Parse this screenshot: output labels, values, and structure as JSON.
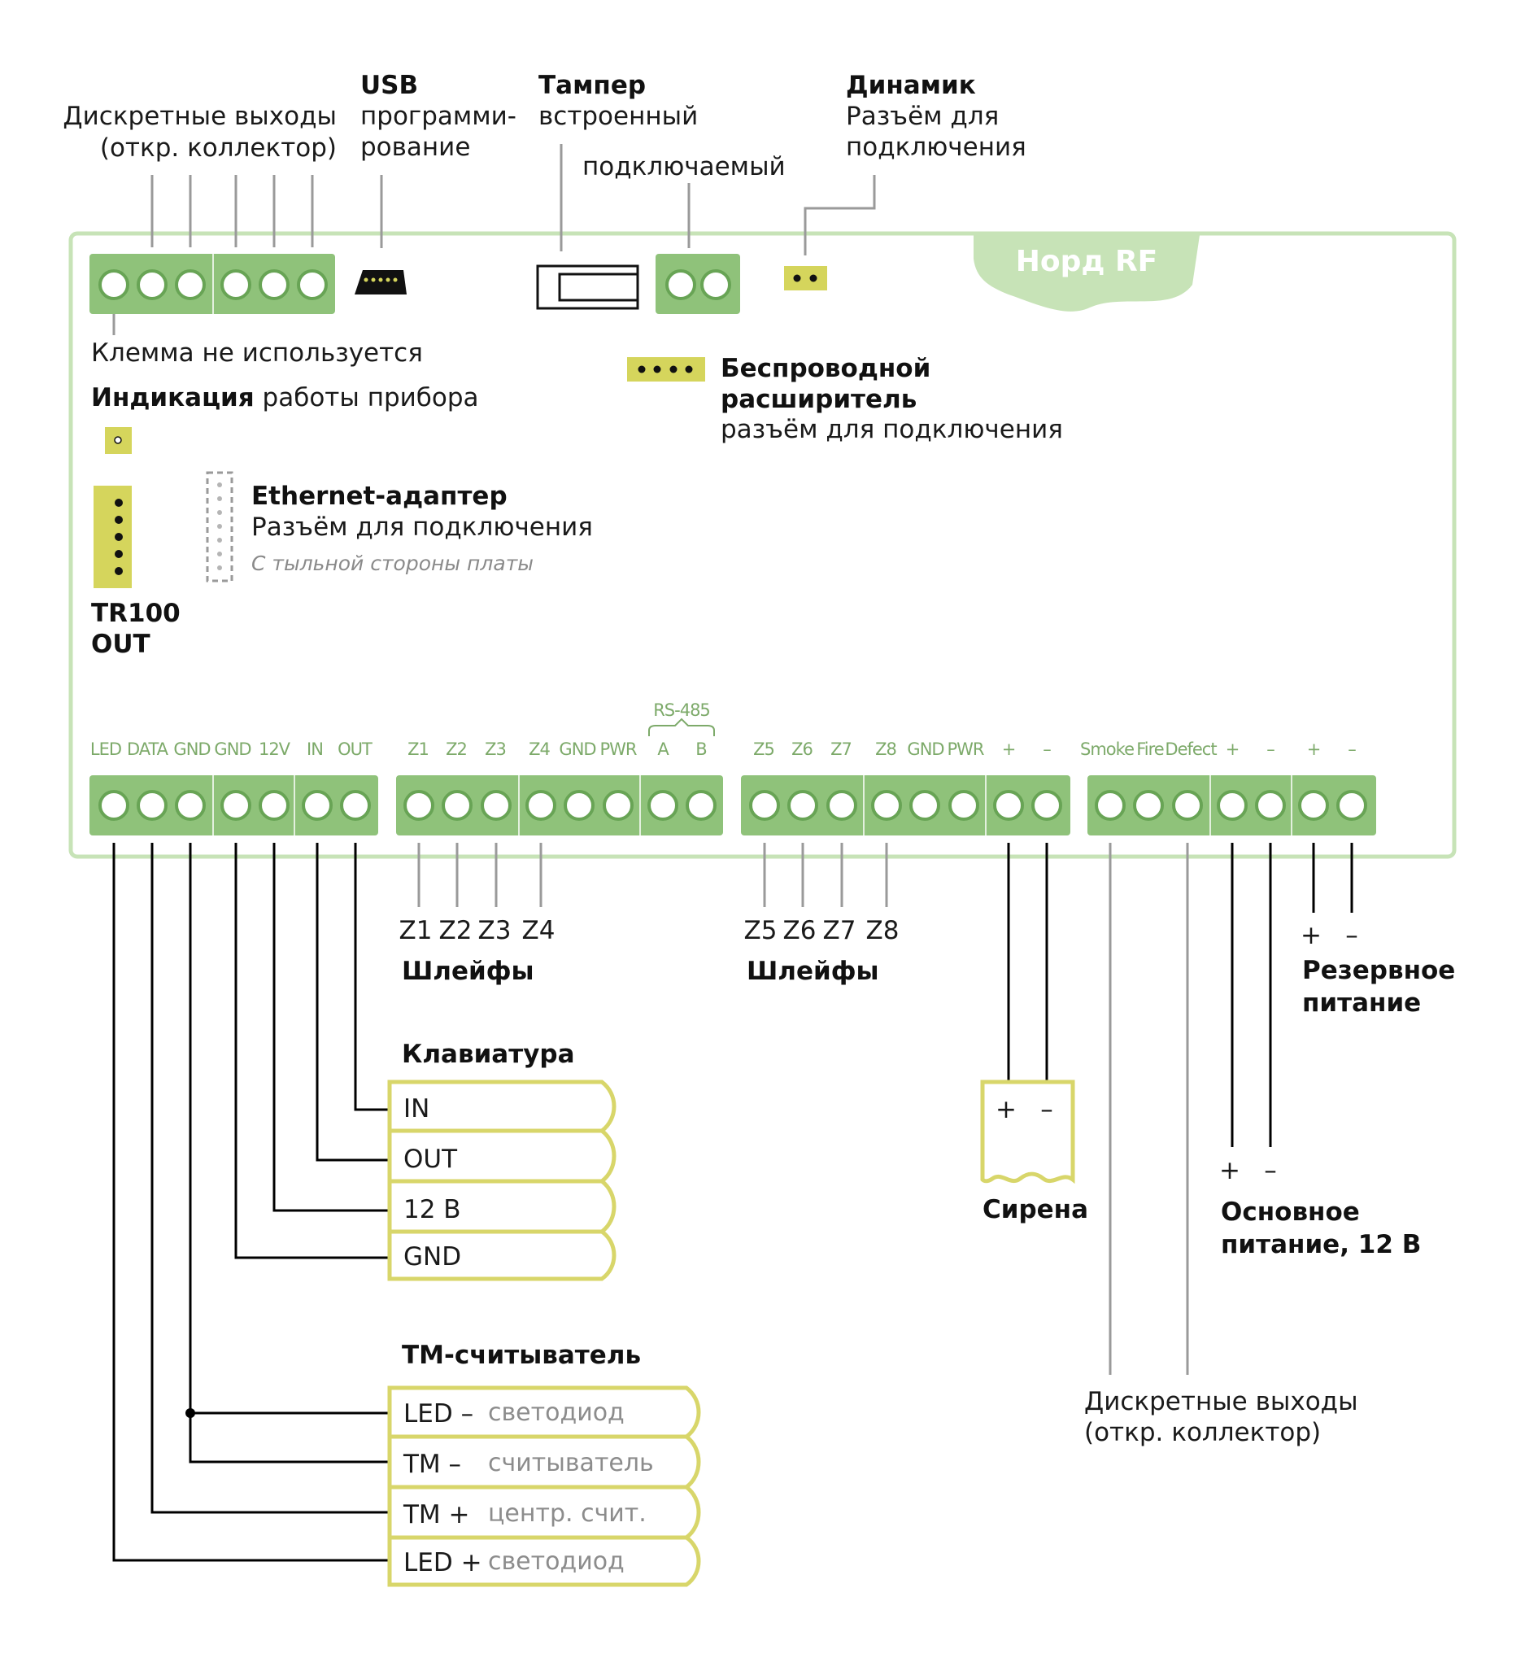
{
  "colors": {
    "board_outline": "#c7e3b7",
    "terminal_block": "#8fc27a",
    "connector_yellow": "#d5d55c",
    "cable_yellow": "#d8d66a",
    "leader_gray": "#9a9a9a",
    "wire_black": "#000000",
    "pin_label_green": "#7daa6a"
  },
  "brand": "Норд RF",
  "top": {
    "outputs": [
      "Дискретные выходы",
      "(откр. коллектор)"
    ],
    "usb": {
      "title": "USB",
      "lines": [
        "программи-",
        "рование"
      ]
    },
    "tamper": {
      "title": "Тампер",
      "builtin": "встроенный",
      "plug": "подключаемый"
    },
    "speaker": {
      "title": "Динамик",
      "lines": [
        "Разъём для",
        "подключения"
      ]
    },
    "unused_terminal": "Клемма не используется",
    "indication": {
      "bold": "Индикация",
      "rest": " работы прибора"
    },
    "wireless": {
      "line1": "Беспроводной",
      "line2": "расширитель",
      "line3": "разъём для подключения"
    },
    "ethernet": {
      "title": "Ethernet-адаптер",
      "line2": "Разъём для подключения",
      "line3": "С тыльной стороны платы"
    },
    "tr100": [
      "TR100",
      "OUT"
    ]
  },
  "pins": {
    "rs485": "RS-485",
    "block1": [
      "LED",
      "DATA",
      "GND",
      "GND",
      "12V",
      "IN",
      "OUT"
    ],
    "block2": [
      "Z1",
      "Z2",
      "Z3",
      "Z4",
      "GND",
      "PWR",
      "A",
      "B"
    ],
    "block3": [
      "Z5",
      "Z6",
      "Z7",
      "Z8",
      "GND",
      "PWR",
      "+",
      "–"
    ],
    "block4": [
      "Smoke",
      "Fire",
      "Defect",
      "+",
      "–",
      "+",
      "–"
    ]
  },
  "loops_a": {
    "items": [
      "Z1",
      "Z2",
      "Z3",
      "Z4"
    ],
    "label": "Шлейфы"
  },
  "loops_b": {
    "items": [
      "Z5",
      "Z6",
      "Z7",
      "Z8"
    ],
    "label": "Шлейфы"
  },
  "backup_power": {
    "plus": "+",
    "minus": "–",
    "lines": [
      "Резервное",
      "питание"
    ]
  },
  "keypad": {
    "title": "Клавиатура",
    "rows": [
      "IN",
      "OUT",
      "12 В",
      "GND"
    ]
  },
  "siren": {
    "plus": "+",
    "minus": "–",
    "label": "Сирена"
  },
  "main_power": {
    "plus": "+",
    "minus": "–",
    "lines": [
      "Основное",
      "питание, 12 В"
    ]
  },
  "bottom_outputs": [
    "Дискретные выходы",
    "(откр. коллектор)"
  ],
  "tm_reader": {
    "title": "ТМ-считыватель",
    "rows": [
      {
        "pin": "LED –",
        "desc": "светодиод"
      },
      {
        "pin": "ТМ –",
        "desc": "считыватель"
      },
      {
        "pin": "ТМ +",
        "desc": "центр. счит."
      },
      {
        "pin": "LED +",
        "desc": "светодиод"
      }
    ]
  }
}
